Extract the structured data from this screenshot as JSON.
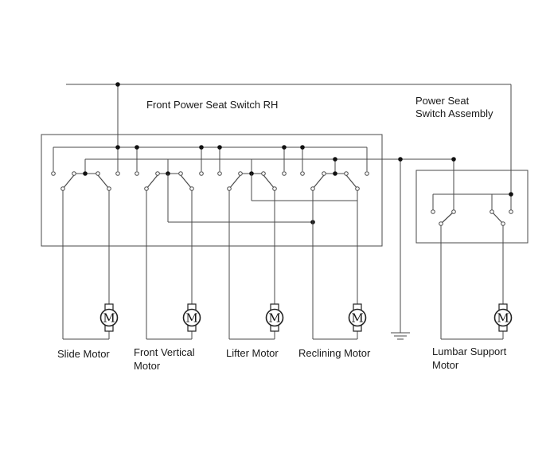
{
  "labels": {
    "switch_rh": "Front Power Seat Switch RH",
    "switch_assembly_line1": "Power Seat",
    "switch_assembly_line2": "Switch Assembly",
    "slide_motor": "Slide Motor",
    "front_vertical_line1": "Front Vertical",
    "front_vertical_line2": "Motor",
    "lifter_motor": "Lifter Motor",
    "reclining_motor": "Reclining Motor",
    "lumbar_line1": "Lumbar Support",
    "lumbar_line2": "Motor"
  },
  "motor_symbol_letter": "M",
  "icons": {
    "motor": "motor-icon",
    "ground": "ground-icon",
    "switch": "switch-icon",
    "junction": "junction-dot"
  },
  "colors": {
    "wire": "#4a4a4a",
    "text": "#1a1a1a",
    "background": "#ffffff"
  }
}
